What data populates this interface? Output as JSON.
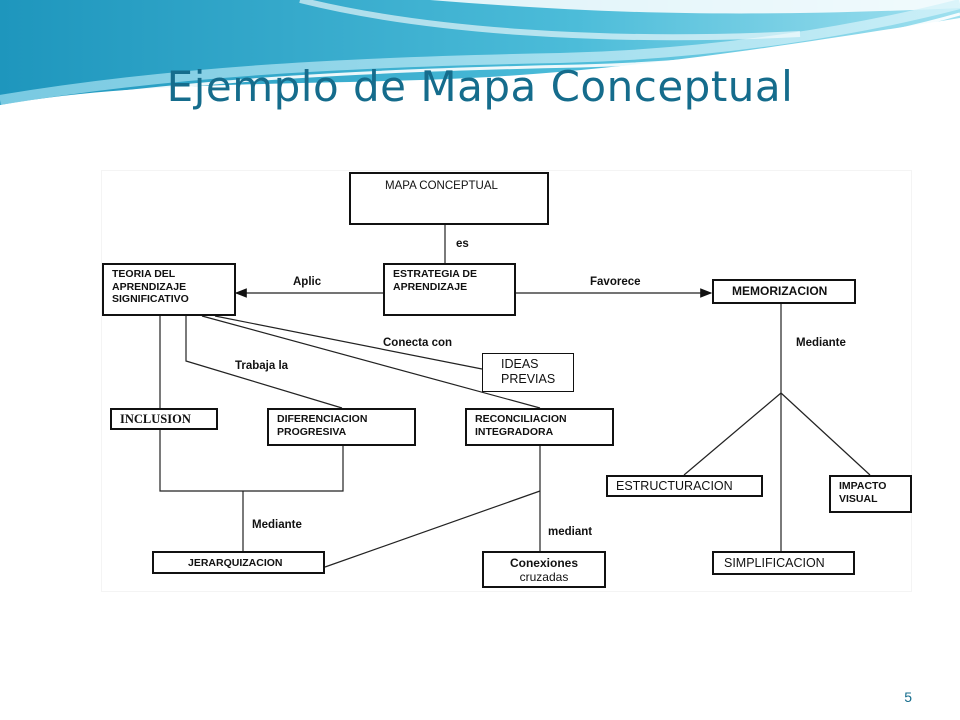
{
  "slide": {
    "title": "Ejemplo de Mapa Conceptual",
    "page_number": "5",
    "accent_color": "#156c8c",
    "wave_colors": [
      "#2ea6c9",
      "#7fd3e8",
      "#bfe9f3"
    ]
  },
  "nodes": {
    "mapa": "MAPA CONCEPTUAL",
    "teoria": "TEORIA DEL APRENDIZAJE SIGNIFICATIVO",
    "teoria_lines": [
      "TEORIA DEL",
      "APRENDIZAJE",
      "SIGNIFICATIVO"
    ],
    "estrategia_lines": [
      "ESTRATEGIA DE",
      "APRENDIZAJE"
    ],
    "memorizacion": "MEMORIZACION",
    "ideas_lines": [
      "IDEAS",
      "PREVIAS"
    ],
    "inclusion": "INCLUSION",
    "diferenciacion_lines": [
      "DIFERENCIACION",
      "PROGRESIVA"
    ],
    "reconciliacion_lines": [
      "RECONCILIACION",
      "INTEGRADORA"
    ],
    "estructuracion": "ESTRUCTURACION",
    "impacto_lines": [
      "IMPACTO",
      "VISUAL"
    ],
    "jerarquizacion": "JERARQUIZACION",
    "conexiones_lines": [
      "Conexiones",
      "cruzadas"
    ],
    "simplificacion": "SIMPLIFICACION"
  },
  "edges": {
    "es": "es",
    "aplic": "Aplic",
    "favorece": "Favorece",
    "conecta_con": "Conecta con",
    "trabaja_la": "Trabaja la",
    "mediante_right": "Mediante",
    "mediante_left": "Mediante",
    "mediant": "mediant"
  }
}
